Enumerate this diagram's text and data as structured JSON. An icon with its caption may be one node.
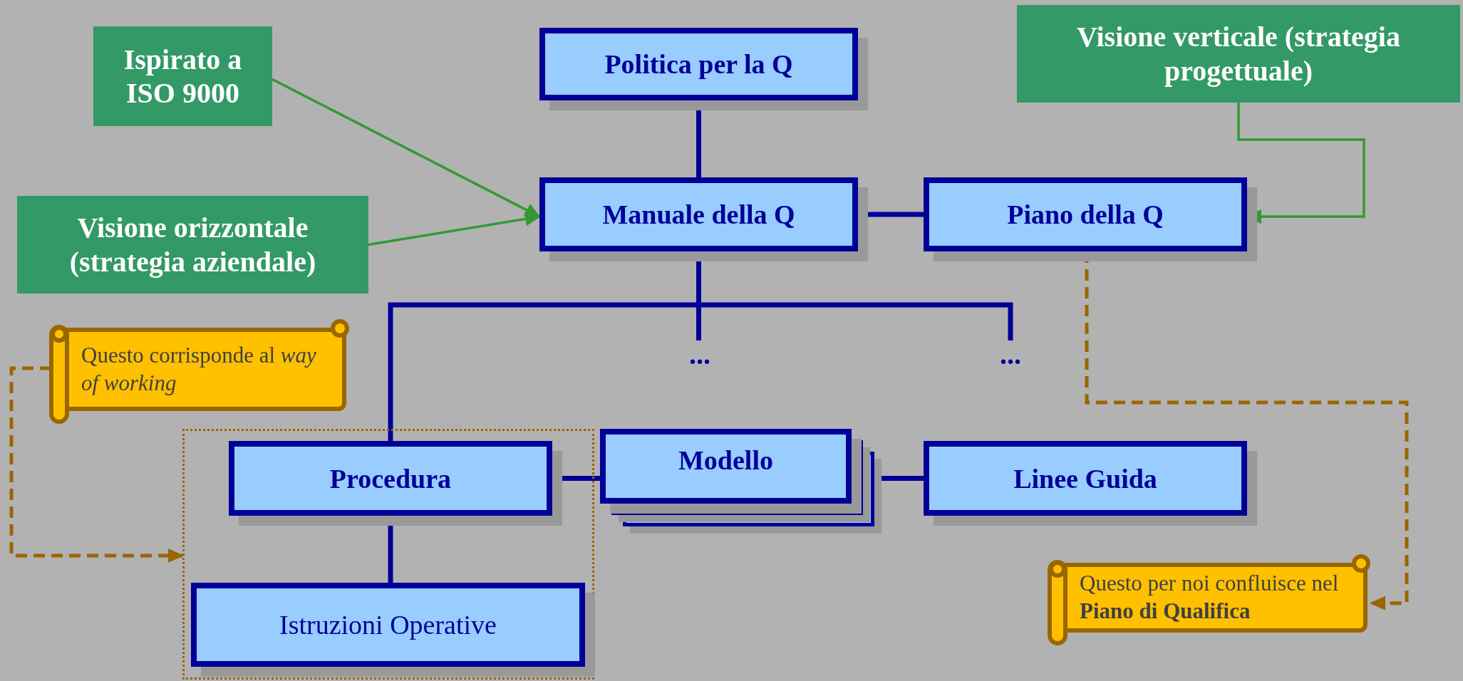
{
  "diagram": {
    "nodes": [
      {
        "text": [
          "Ispirato a ISO 9000"
        ]
      },
      {
        "text": [
          "Politica per la Q"
        ]
      },
      {
        "text": [
          "Visione verticale (strategia progettuale)"
        ]
      },
      {
        "text": [
          "Visione orizzontale (strategia aziendale)"
        ]
      },
      {
        "text": [
          "Manuale della Q"
        ]
      },
      {
        "text": [
          "Piano della Q"
        ]
      },
      {
        "text": [
          "..."
        ]
      },
      {
        "text": [
          "..."
        ]
      },
      {
        "text": [
          "Questo corrisponde al *way of working*"
        ]
      },
      {
        "text": [],
        "shape": "box"
      },
      {
        "text": [
          "Procedura"
        ],
        "in": 9
      },
      {
        "text": [
          "Modello"
        ]
      },
      {
        "text": [
          "Linee Guida"
        ]
      },
      {
        "text": [
          "Istruzioni Operative"
        ],
        "in": 9
      },
      {
        "text": [
          "Questo per noi confluisce nel **Piano di Qualifica**"
        ]
      }
    ],
    "edges": [
      {
        "from": 0,
        "to": 4,
        "arrow": "to",
        "color": "#339933"
      },
      {
        "from": 3,
        "to": 4,
        "arrow": "to",
        "color": "#339933"
      },
      {
        "from": 2,
        "to": 5,
        "arrow": "to",
        "color": "#339933"
      },
      {
        "from": 1,
        "to": 4,
        "arrow": "none"
      },
      {
        "from": 4,
        "to": 5,
        "arrow": "none"
      },
      {
        "from": 4,
        "to": 10,
        "arrow": "none"
      },
      {
        "from": 4,
        "to": 6,
        "arrow": "none"
      },
      {
        "from": 4,
        "to": 7,
        "arrow": "none"
      },
      {
        "from": 10,
        "to": 11,
        "arrow": "none"
      },
      {
        "from": 11,
        "to": 12,
        "arrow": "none"
      },
      {
        "from": 10,
        "to": 13,
        "arrow": "none"
      },
      {
        "from": 8,
        "to": 9,
        "arrow": "to",
        "style": "dashed",
        "color": "#996600"
      },
      {
        "from": 5,
        "to": 14,
        "arrow": "to",
        "style": "dashed",
        "color": "#996600"
      }
    ]
  }
}
